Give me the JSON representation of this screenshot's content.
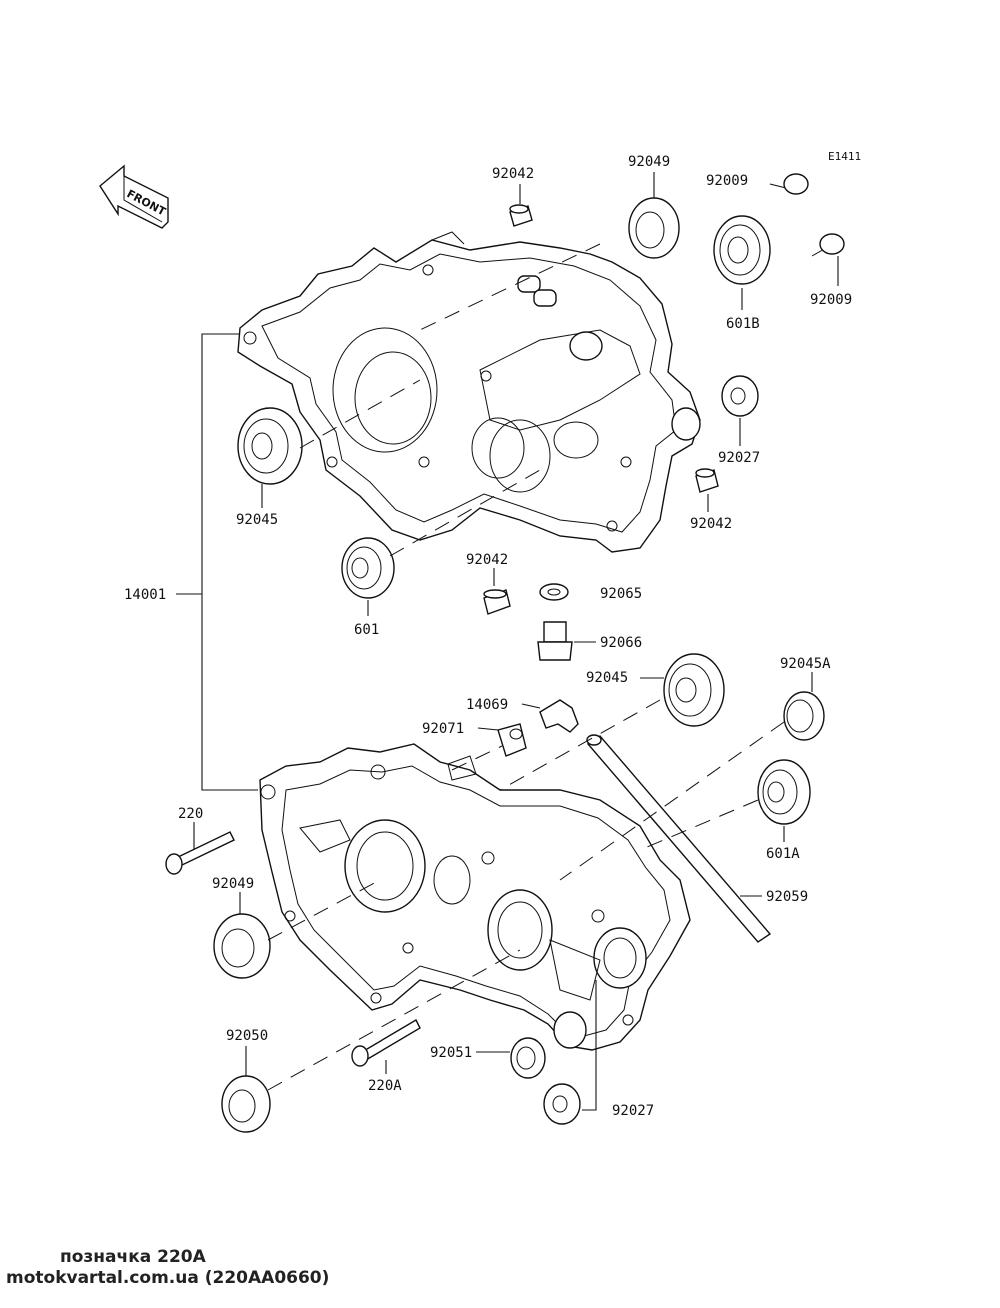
{
  "diagram_code": "E1411",
  "front_label": "FRONT",
  "labels": {
    "p92042_top": "92042",
    "p92049_top": "92049",
    "p92009_top": "92009",
    "p92009_right": "92009",
    "p601B": "601B",
    "p14001": "14001",
    "p92045_left": "92045",
    "p92027_right": "92027",
    "p92042_right": "92042",
    "p601": "601",
    "p92042_mid": "92042",
    "p92065": "92065",
    "p92066": "92066",
    "p92045_mid": "92045",
    "p92045A": "92045A",
    "p14069": "14069",
    "p92071": "92071",
    "p220": "220",
    "p601A": "601A",
    "p92049_bottom": "92049",
    "p92059": "92059",
    "p92050": "92050",
    "p92051": "92051",
    "p220A": "220A",
    "p92027_bottom": "92027"
  },
  "caption": {
    "line1": "позначка 220A",
    "line2": "motokvartal.com.ua (220AA0660)"
  }
}
